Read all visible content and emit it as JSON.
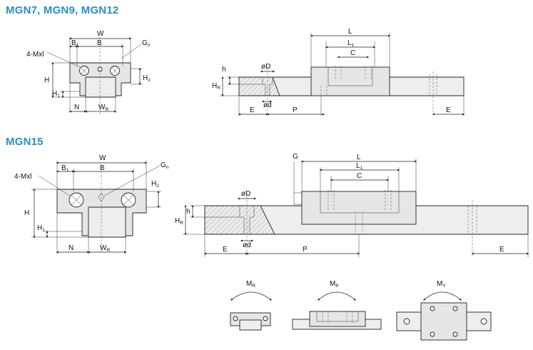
{
  "sections": {
    "top_title": "MGN7, MGN9, MGN12",
    "bottom_title": "MGN15"
  },
  "labels": {
    "W": "W",
    "B1": "B",
    "B": "B",
    "Gn": "G",
    "four_mx": "4-Mxl",
    "H": "H",
    "H1": "H",
    "H2": "H",
    "N": "N",
    "WR": "W",
    "L": "L",
    "L1": "L",
    "C": "C",
    "D": "øD",
    "d": "ød",
    "h": "h",
    "HR": "H",
    "E": "E",
    "P": "P",
    "G": "G",
    "MR": "M",
    "MP": "M",
    "MY": "M"
  },
  "subscripts": {
    "one": "1",
    "two": "2",
    "n": "n",
    "R": "R",
    "P": "P",
    "Y": "Y"
  },
  "colors": {
    "title": "#2a8fc2",
    "line": "#222222",
    "fill": "#e6e6e6"
  }
}
